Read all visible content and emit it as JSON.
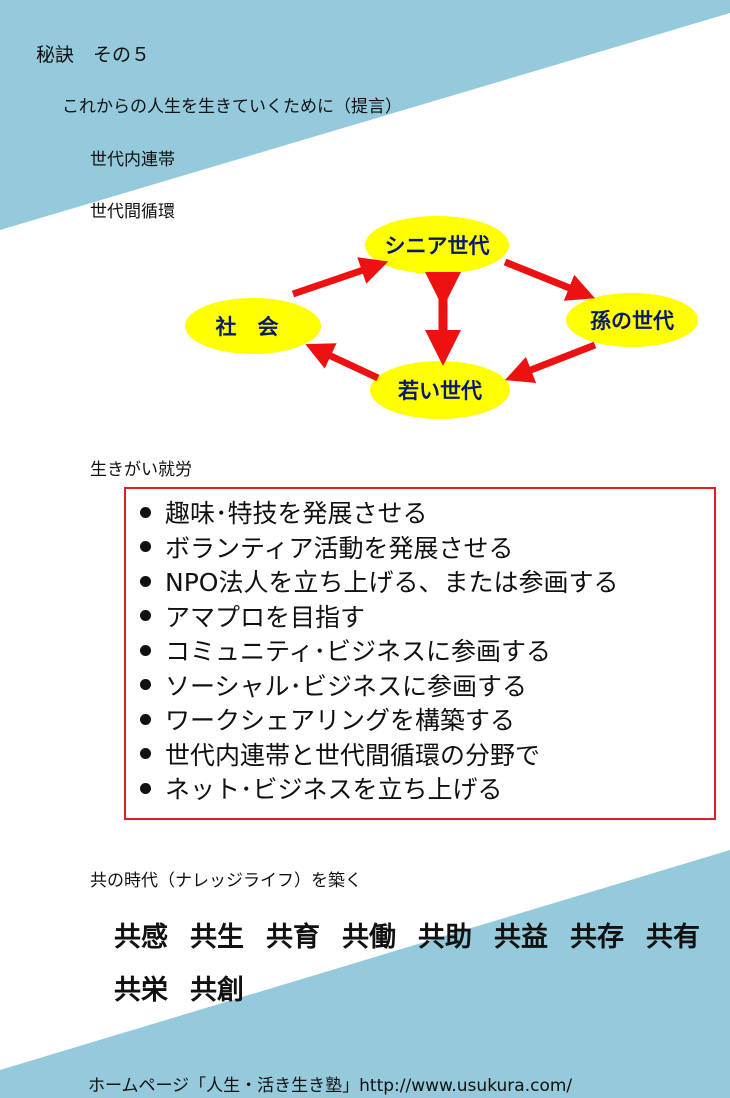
{
  "title": "秘訣　その５",
  "subtitle": "これからの人生を生きていくために（提言）",
  "item1": "世代内連帯",
  "item2": "世代間循環",
  "diagram": {
    "senior": "シニア世代",
    "grandchildren": "孫の世代",
    "society": "社　会",
    "young": "若い世代",
    "ellipse_color": "#ffff00",
    "arrow_color": "#ee1111"
  },
  "ikigai_heading": "生きがい就労",
  "ikigai_list": [
    "趣味･特技を発展させる",
    "ボランティア活動を発展させる",
    "NPO法人を立ち上げる、または参画する",
    "アマプロを目指す",
    "コミュニティ･ビジネスに参画する",
    "ソーシャル･ビジネスに参画する",
    "ワークシェアリングを構築する",
    "世代内連帯と世代間循環の分野で",
    "ネット･ビジネスを立ち上げる"
  ],
  "kyo_heading": "共の時代（ナレッジライフ）を築く",
  "kyo_words": [
    "共感",
    "共生",
    "共育",
    "共働",
    "共助",
    "共益",
    "共存",
    "共有",
    "共栄",
    "共創"
  ],
  "footer": "ホームページ「人生・活き生き塾」http://www.usukura.com/",
  "colors": {
    "bg_blue": "#94cadb",
    "box_border": "#e02020"
  }
}
